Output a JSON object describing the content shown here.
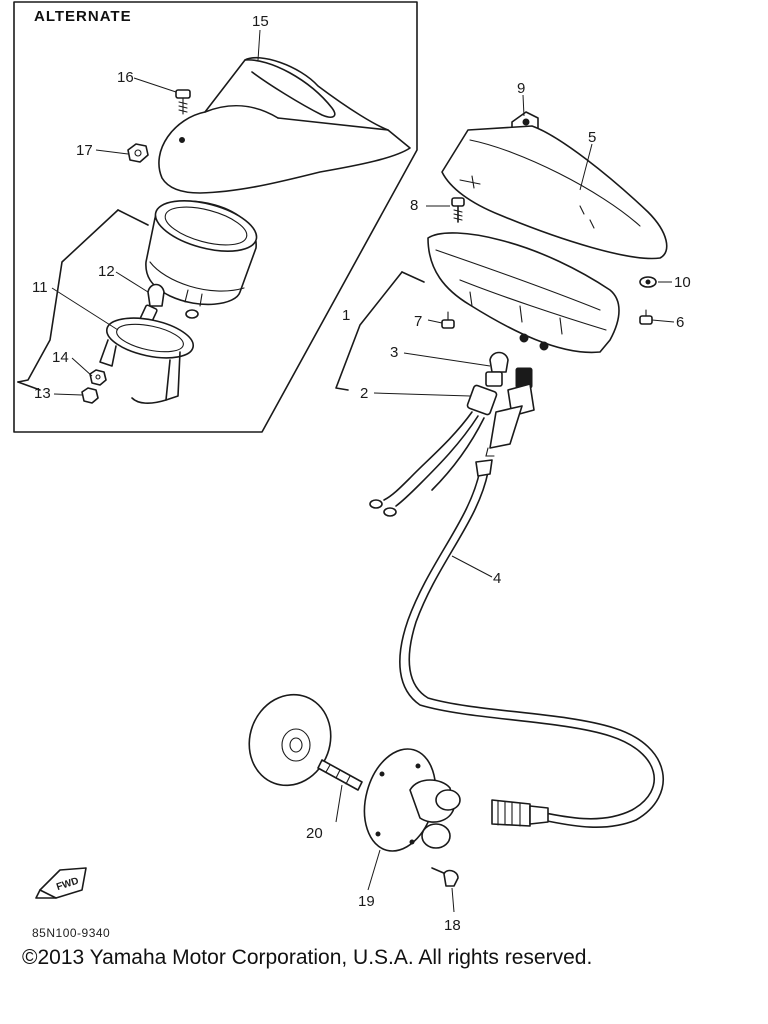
{
  "inset": {
    "title": "ALTERNATE"
  },
  "callouts": {
    "p1": "1",
    "p2": "2",
    "p3": "3",
    "p4": "4",
    "p5": "5",
    "p6": "6",
    "p7": "7",
    "p8": "8",
    "p9": "9",
    "p10": "10",
    "p11": "11",
    "p12": "12",
    "p13": "13",
    "p14": "14",
    "p15": "15",
    "p16": "16",
    "p17": "17",
    "p18": "18",
    "p19": "19",
    "p20": "20"
  },
  "direction_badge": {
    "label": "FWD"
  },
  "footer": {
    "catalog_code": "85N100-9340",
    "copyright": "©2013 Yamaha Motor Corporation, U.S.A. All rights reserved."
  },
  "colors": {
    "ink": "#1a1a1a",
    "background": "#ffffff"
  }
}
